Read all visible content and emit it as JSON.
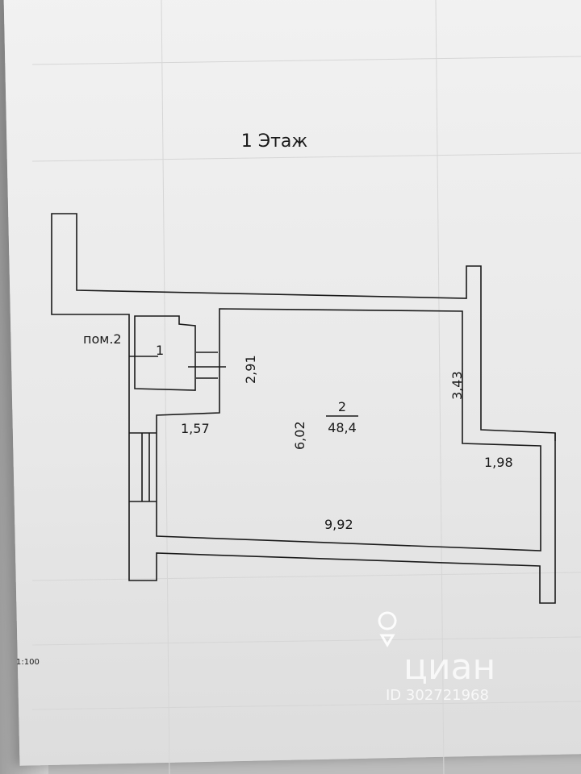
{
  "title": "1 Этаж",
  "rooms": {
    "room1_number": "1",
    "room2_number": "2",
    "room2_area": "48,4",
    "neighbor_label": "пом.2"
  },
  "dimensions": {
    "d_291": "2,91",
    "d_157": "1,57",
    "d_602": "6,02",
    "d_343": "3,43",
    "d_198": "1,98",
    "d_992": "9,92"
  },
  "scale": "1:100",
  "watermark": {
    "brand": "циан",
    "id": "ID 302721968"
  },
  "colors": {
    "ink": "#1a1a1a",
    "paper": "#efefef",
    "watermark": "#ffffff"
  }
}
